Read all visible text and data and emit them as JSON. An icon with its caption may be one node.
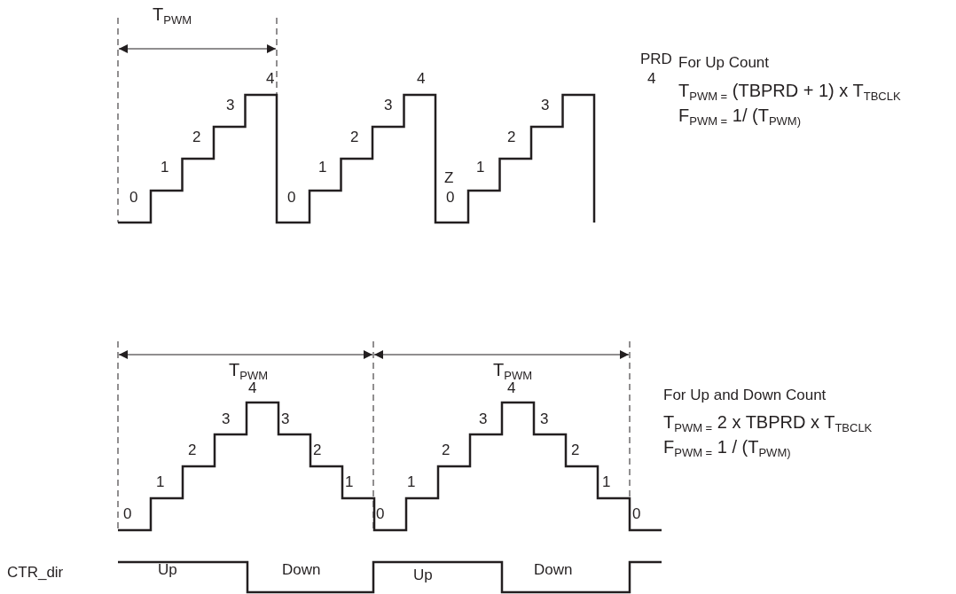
{
  "diagram": {
    "labels": [
      "T$_{PWM}$",
      "PRD",
      "For Up Count",
      "4",
      "4",
      "4",
      "T$_{PWM =}$ (TBPRD + 1) x T$_{TBCLK}$",
      "3",
      "3",
      "3",
      "F$_{PWM =}$ 1/ (T$_{PWM)}$",
      "2",
      "2",
      "2",
      "1",
      "1",
      "Z",
      "1",
      "0",
      "0",
      "0",
      "T$_{PWM}$",
      "T$_{PWM}$",
      "For Up and Down Count",
      "4",
      "4",
      "T$_{PWM =}$ 2 x TBPRD x T$_{TBCLK}$",
      "3",
      "3",
      "3",
      "3",
      "F$_{PWM =}$ 1 / (T$_{PWM)}$",
      "2",
      "2",
      "2",
      "2",
      "1",
      "1",
      "1",
      "1",
      "0",
      "0",
      "0",
      "CTR_dir",
      "Up",
      "Down",
      "Up",
      "Down"
    ]
  }
}
